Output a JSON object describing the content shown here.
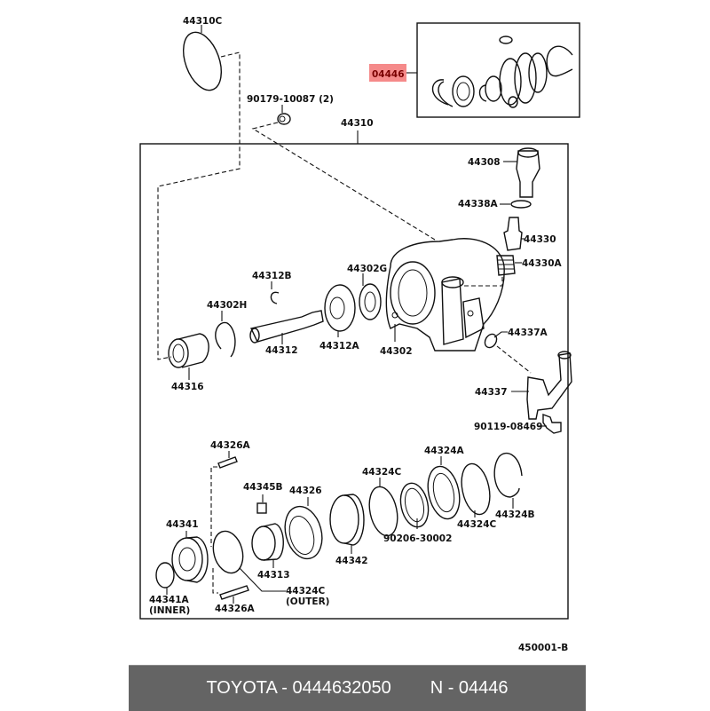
{
  "diagram": {
    "highlight_color": "#f58a8a",
    "highlighted_part": "04446",
    "figure_code": "450001-B",
    "labels": {
      "p44310C": "44310C",
      "p90179": "90179-10087 (2)",
      "p44310": "44310",
      "p04446": "04446",
      "p44308": "44308",
      "p44338A": "44338A",
      "p44330": "44330",
      "p44330A": "44330A",
      "p44312B": "44312B",
      "p44302G": "44302G",
      "p44302H": "44302H",
      "p44312": "44312",
      "p44312A": "44312A",
      "p44302": "44302",
      "p44337A": "44337A",
      "p44316": "44316",
      "p44337": "44337",
      "p90119": "90119-08469",
      "p44326A_top": "44326A",
      "p44324A": "44324A",
      "p44324C_1": "44324C",
      "p44345B": "44345B",
      "p44326": "44326",
      "p44341": "44341",
      "p44313": "44313",
      "p44342": "44342",
      "p90206": "90206-30002",
      "p44324C_2": "44324C",
      "p44324B": "44324B",
      "p44341A": "44341A",
      "p44341A_note": "(INNER)",
      "p44326A_bot": "44326A",
      "p44324C_outer": "44324C",
      "p44324C_outer_note": "(OUTER)"
    }
  },
  "footer": {
    "brand_part": "TOYOTA - 0444632050",
    "ref": "N - 04446"
  }
}
